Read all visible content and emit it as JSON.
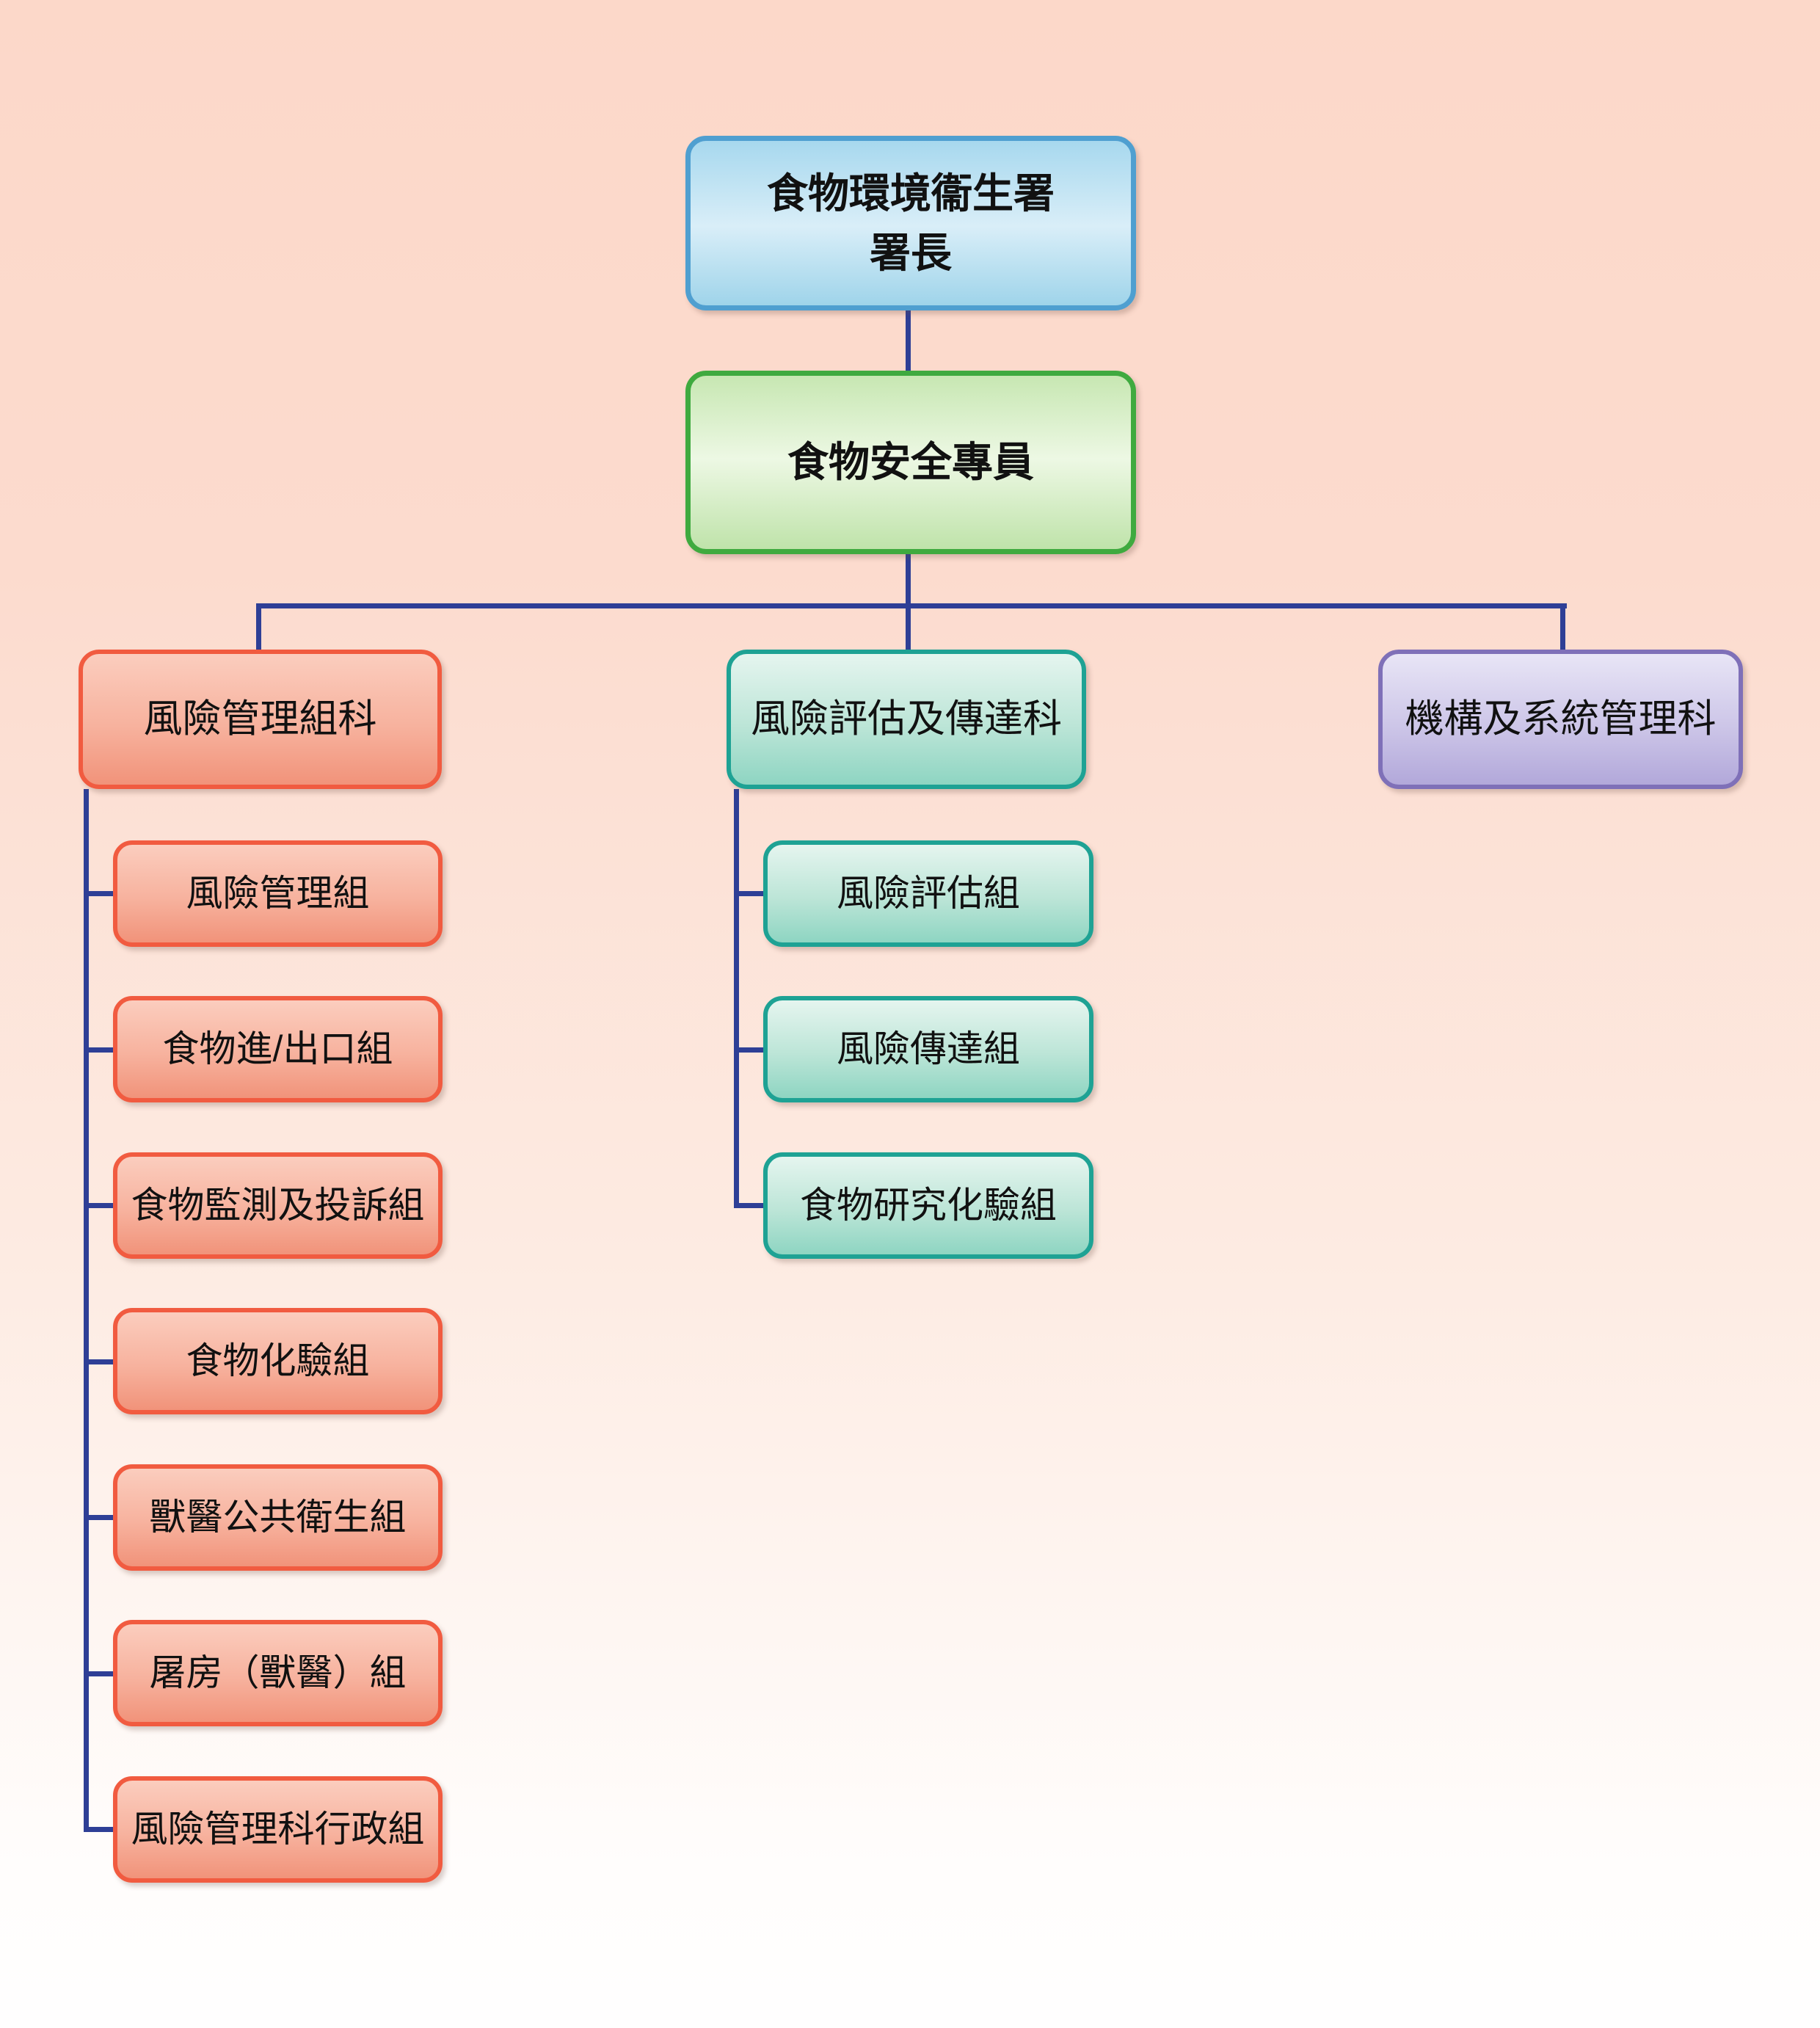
{
  "diagram": {
    "type": "org-chart",
    "nodes": {
      "director": {
        "line1": "食物環境衞生署",
        "line2": "署長"
      },
      "commissioner": {
        "label": "食物安全專員"
      },
      "branches": [
        {
          "label": "風險管理組科",
          "children": [
            "風險管理組",
            "食物進/出口組",
            "食物監測及投訴組",
            "食物化驗組",
            "獸醫公共衛生組",
            "屠房（獸醫）組",
            "風險管理科行政組"
          ]
        },
        {
          "label": "風險評估及傳達科",
          "children": [
            "風險評估組",
            "風險傳達組",
            "食物研究化驗組"
          ]
        },
        {
          "label": "機構及系統管理科",
          "children": []
        }
      ]
    },
    "colors": {
      "background_top": "#fcd8c9",
      "background_bottom": "#fffefe",
      "connector": "#2e3f96",
      "director_border": "#4f9fd0",
      "director_fill": "#c2e4f4",
      "commissioner_border": "#3faa3f",
      "commissioner_fill": "#d7efc9",
      "branch1_border": "#f15b40",
      "branch1_fill": "#f6ae99",
      "branch2_border": "#1ea294",
      "branch2_fill": "#bce5d7",
      "branch3_border": "#7f70b8",
      "branch3_fill": "#cdc6e8",
      "text": "#111111"
    }
  }
}
